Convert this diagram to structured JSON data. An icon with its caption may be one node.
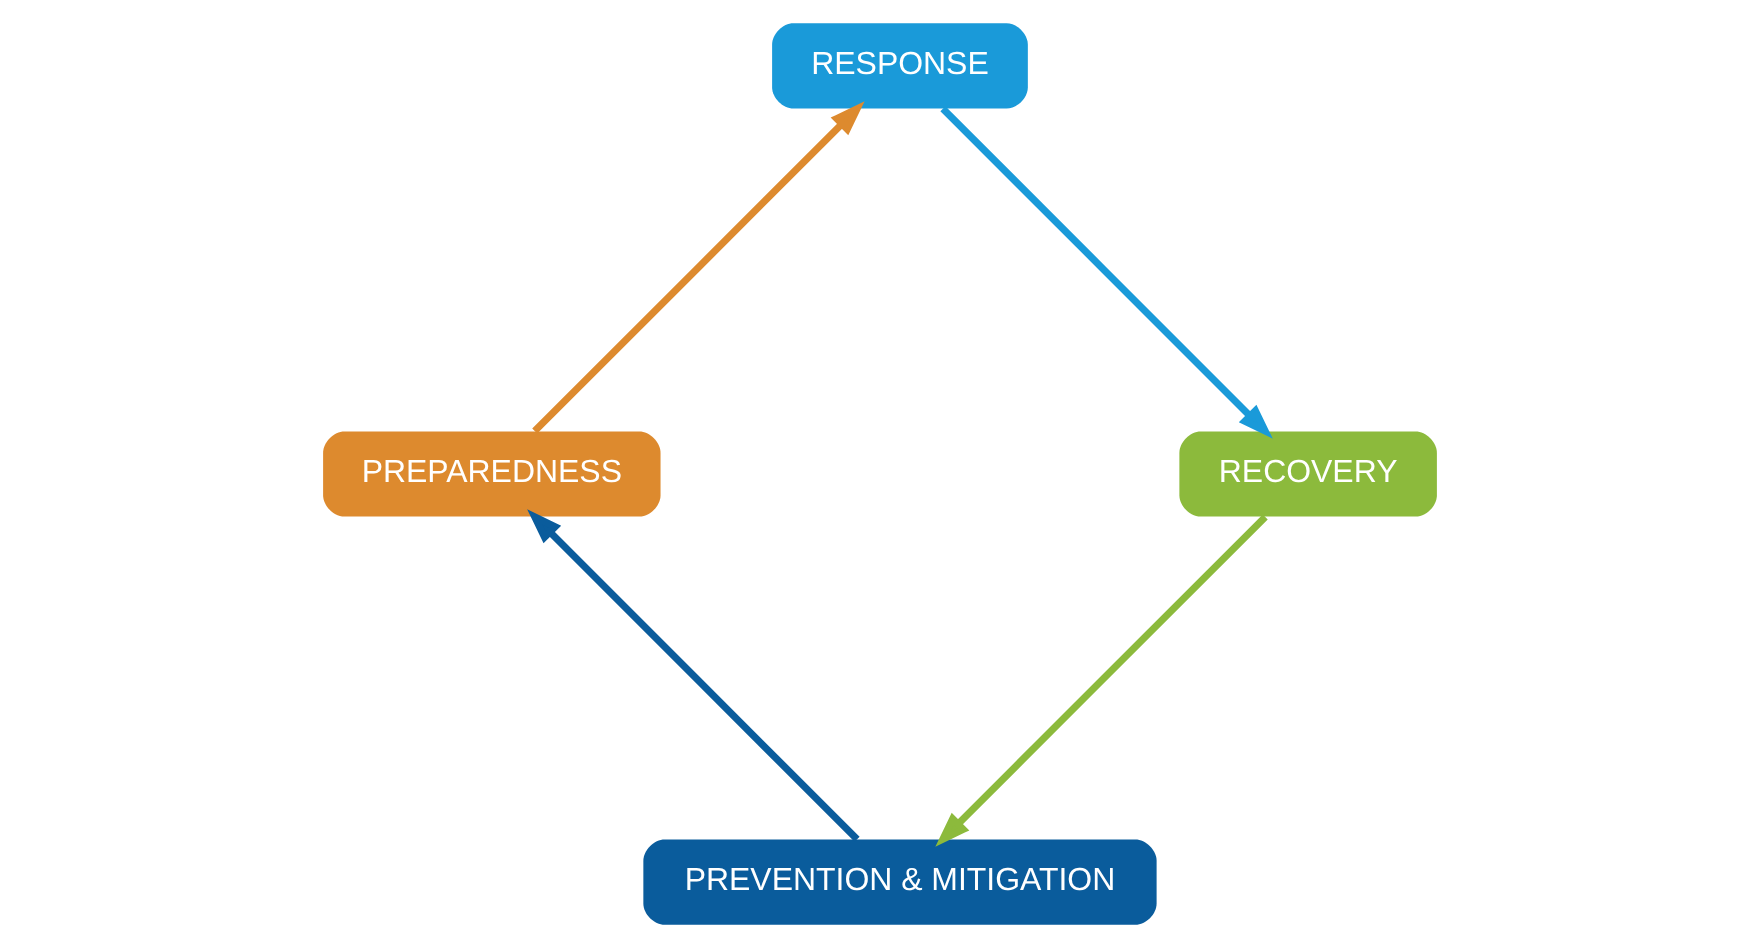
{
  "diagram": {
    "nodes": [
      {
        "text": [
          "PREVENTION & MITIGATION"
        ]
      },
      {
        "text": [
          "PREPAREDNESS"
        ]
      },
      {
        "text": [
          "RECOVERY"
        ]
      },
      {
        "text": [
          "RESPONSE"
        ]
      }
    ],
    "edges": [
      {
        "from": 0,
        "to": 1,
        "arrow": "to",
        "color": "#0a5c9c"
      },
      {
        "from": 1,
        "to": 3,
        "arrow": "to",
        "color": "#dd8a2e"
      },
      {
        "from": 3,
        "to": 2,
        "arrow": "to",
        "color": "#1a9ad9"
      },
      {
        "from": 2,
        "to": 0,
        "arrow": "to",
        "color": "#8cba3c"
      }
    ]
  }
}
